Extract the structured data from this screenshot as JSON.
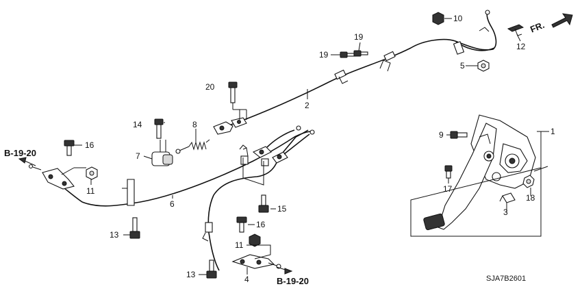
{
  "callouts": {
    "c1": "1",
    "c2": "2",
    "c3": "3",
    "c4": "4",
    "c5": "5",
    "c6": "6",
    "c7": "7",
    "c8": "8",
    "c9": "9",
    "c10": "10",
    "c11a": "11",
    "c11b": "11",
    "c12": "12",
    "c13a": "13",
    "c13b": "13",
    "c14": "14",
    "c15": "15",
    "c16a": "16",
    "c16b": "16",
    "c17": "17",
    "c18": "18",
    "c19a": "19",
    "c19b": "19",
    "c20": "20"
  },
  "references": {
    "ref_left": "B-19-20",
    "ref_bottom": "B-19-20"
  },
  "direction": {
    "label": "FR."
  },
  "diagram_code": "SJA7B2601"
}
